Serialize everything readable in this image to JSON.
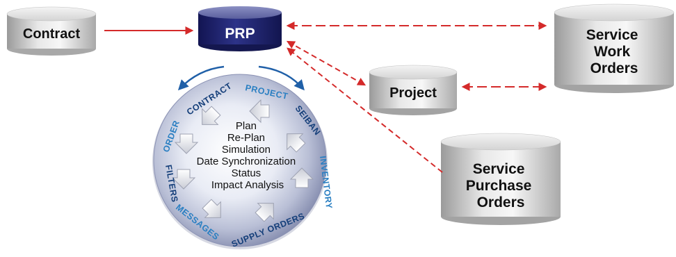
{
  "nodes": {
    "prp": "PRP",
    "contract": "Contract",
    "project": "Project",
    "service_work_orders": [
      "Service",
      "Work",
      "Orders"
    ],
    "service_purchase_orders": [
      "Service",
      "Purchase",
      "Orders"
    ]
  },
  "center": {
    "lines": [
      "Plan",
      "Re-Plan",
      "Simulation",
      "Date Synchronization",
      "Status",
      "Impact Analysis"
    ]
  },
  "ring_labels": {
    "contract": "CONTRACT",
    "project": "PROJECT",
    "seiban": "SEIBAN",
    "order": "ORDER",
    "inventory": "INVENTORY",
    "filters": "FILTERS",
    "messages": "MESSAGES",
    "supply_orders": "SUPPLY ORDERS"
  },
  "colors": {
    "arrow_red": "#d42a2a",
    "ring_blue": "#2a7fc2",
    "ring_dark": "#153f7a",
    "prp_navy": "#1c1f6b",
    "curve_blue": "#2060a8"
  }
}
